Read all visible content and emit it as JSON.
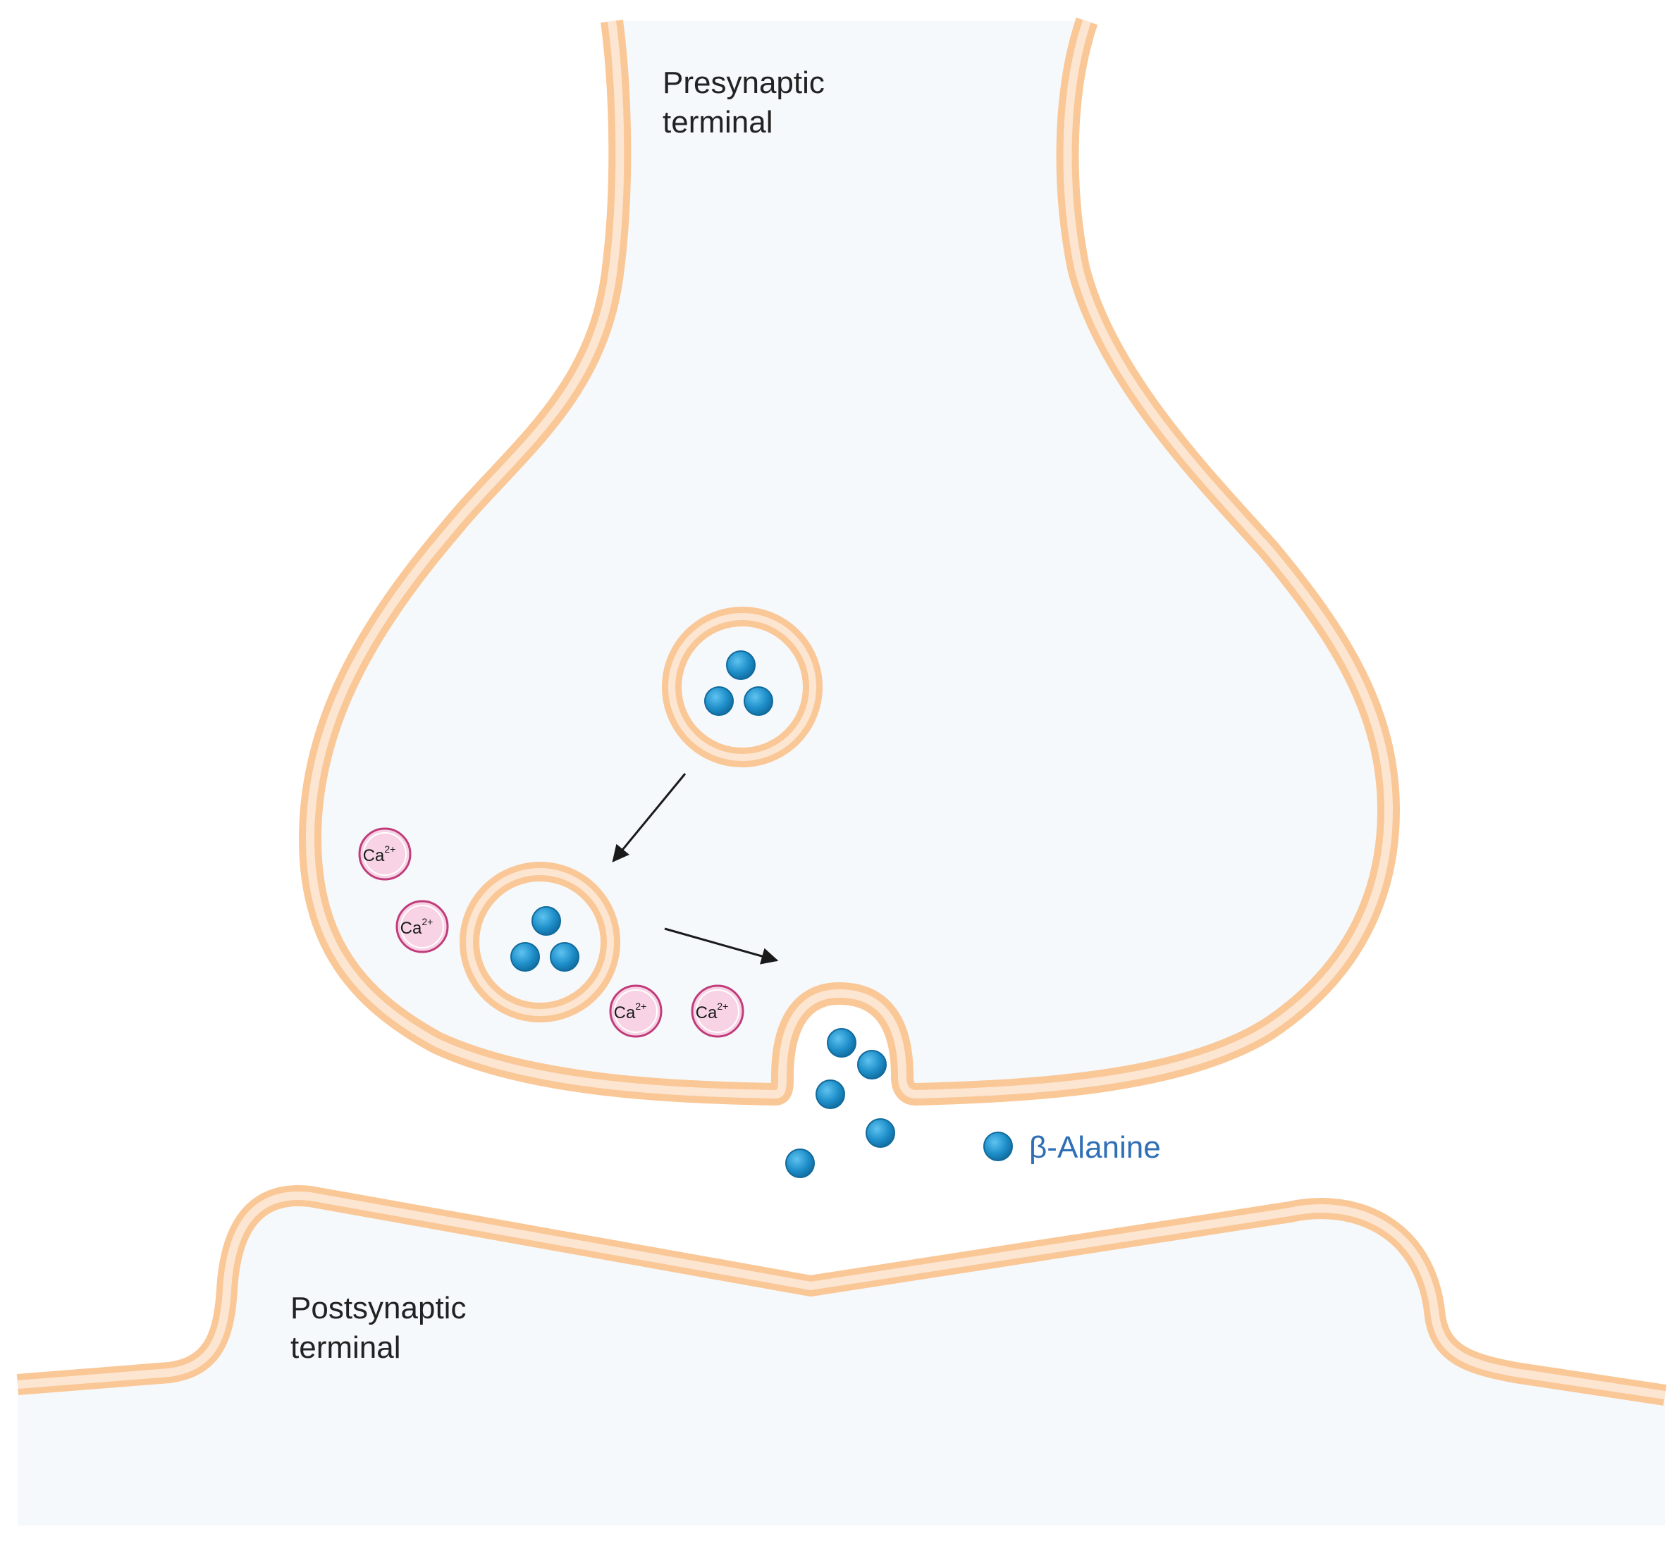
{
  "labels": {
    "presynaptic_line1": "Presynaptic",
    "presynaptic_line2": "terminal",
    "postsynaptic_line1": "Postsynaptic",
    "postsynaptic_line2": "terminal",
    "legend": "β-Alanine"
  },
  "ions": {
    "symbol": "Ca",
    "charge": "2+"
  },
  "colors": {
    "membrane": "#FAC797",
    "membrane_inner": "#FCE6D2",
    "cytoplasm": "#F5F9FC",
    "molecule": "#1E8EC9",
    "molecule_dark": "#116A9C",
    "ion_fill": "#F8D3E5",
    "ion_stroke": "#C03C7A",
    "legend_text": "#2F6FB5",
    "label_text": "#222222",
    "arrow": "#1a1a1a"
  },
  "icons": {
    "vesicle": "synaptic-vesicle",
    "molecule": "beta-alanine-molecule",
    "ion": "calcium-ion",
    "arrow": "movement-arrow"
  }
}
